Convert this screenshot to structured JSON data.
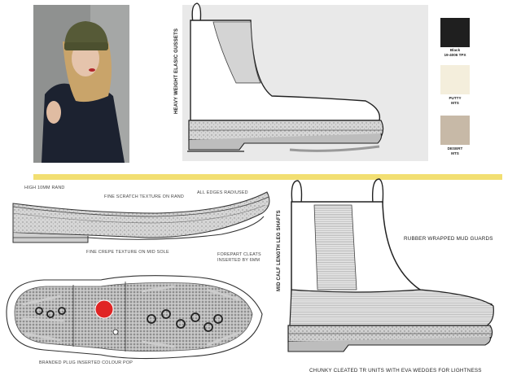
{
  "top_panel": {
    "side_label": "HEAVY WEIGHT ELASIC GUSSETS"
  },
  "swatches": [
    {
      "name": "Black",
      "code": "19-4006 TPX",
      "color": "#1f1f1f"
    },
    {
      "name": "PUTTY",
      "code": "MTS",
      "color": "#f4eedc"
    },
    {
      "name": "DESERT",
      "code": "MTS",
      "color": "#c7b9a7"
    }
  ],
  "sole_notes": {
    "rand": "HIGH 10MM RAND",
    "texture_rand": "FINE SCRATCH TEXTURE ON RAND",
    "edges": "ALL EDGES RADIUSED",
    "crepe": "FINE CREPE TEXTURE ON MID SOLE",
    "forepart": "FOREPART CLEATS",
    "forepart2": "INSERTED BY 6MM",
    "plug": "BRANDED PLUG INSERTED COLOUR POP"
  },
  "boot_notes": {
    "leg": "MID CALF LENGTH LEG SHAFTS",
    "mud": "RUBBER WRAPPED MUD GUARDS",
    "units": "CHUNKY CLEATED TR UNITS WITH EVA WEDGES FOR LIGHTNESS"
  },
  "colors": {
    "accent_bar": "#f2df72",
    "panel_bg": "#e9e9e9",
    "plug_red": "#e02525"
  }
}
